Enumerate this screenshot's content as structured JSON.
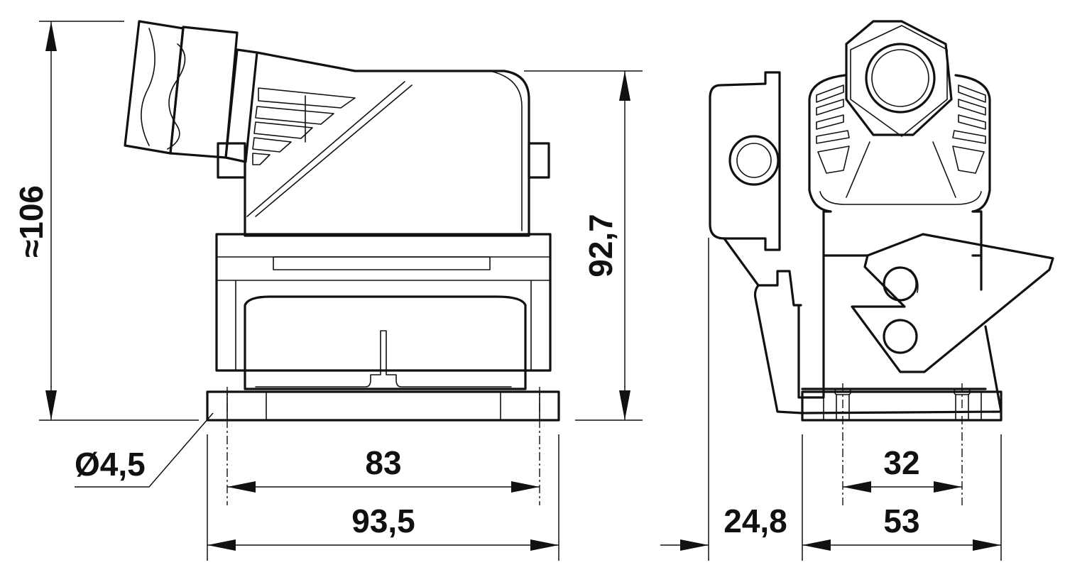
{
  "drawing": {
    "left_view": {
      "height_overall": "≈106",
      "height_body": "92,7",
      "hole_diameter": "Ø4,5",
      "hole_spacing": "83",
      "base_width": "93,5"
    },
    "right_view": {
      "flange_depth": "24,8",
      "hole_spacing": "32",
      "base_depth": "53"
    }
  }
}
